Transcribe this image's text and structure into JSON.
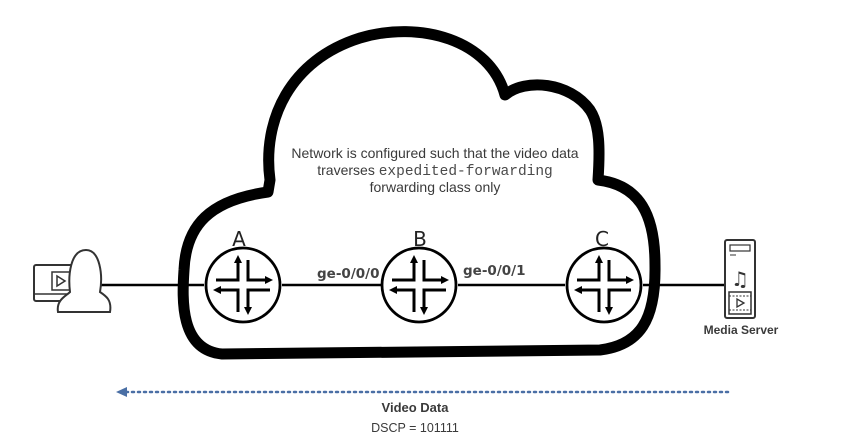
{
  "diagram": {
    "description": {
      "line1": "Network is configured such that the video data",
      "line2_prefix": "traverses ",
      "line2_code": "expedited-forwarding",
      "line3": "forwarding class only"
    },
    "routers": [
      {
        "id": "A",
        "label": "A",
        "icon": "router-icon"
      },
      {
        "id": "B",
        "label": "B",
        "icon": "router-icon"
      },
      {
        "id": "C",
        "label": "C",
        "icon": "router-icon"
      }
    ],
    "interfaces": [
      {
        "label": "ge-0/0/0",
        "router": "B",
        "side": "left"
      },
      {
        "label": "ge-0/0/1",
        "router": "B",
        "side": "right"
      }
    ],
    "client": {
      "icon": "user-video-client-icon"
    },
    "server": {
      "label": "Media Server",
      "icon": "media-server-icon"
    },
    "flow": {
      "title": "Video Data",
      "dscp": "DSCP = 101111",
      "direction": "server-to-client",
      "arrow_color": "#4a6fa5"
    }
  }
}
